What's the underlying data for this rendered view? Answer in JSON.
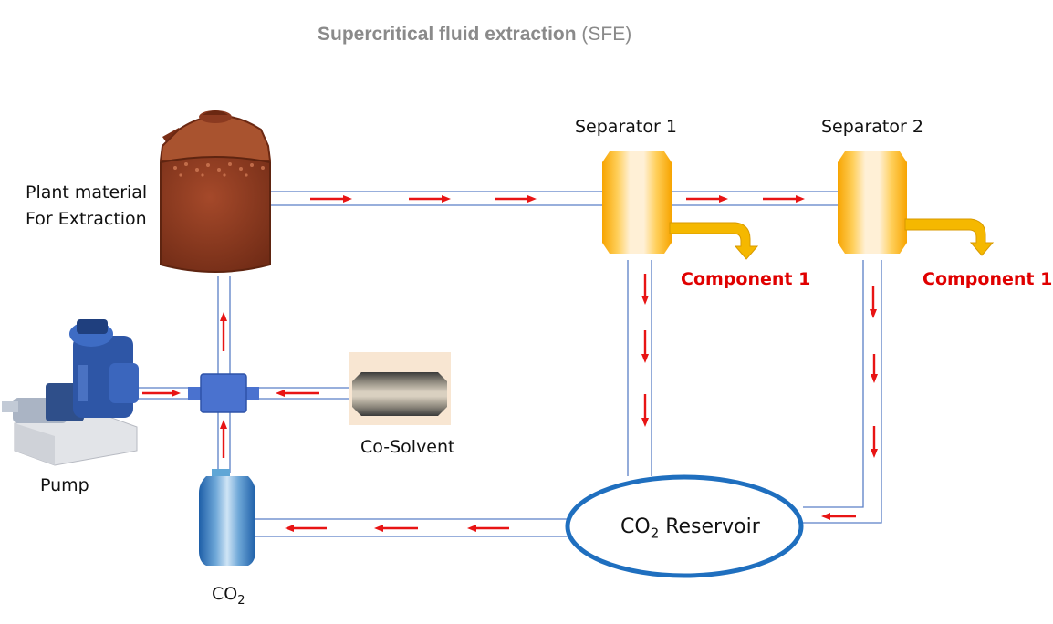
{
  "title": {
    "bold": "Supercritical fluid extraction",
    "rest": " (SFE)"
  },
  "labels": {
    "plant_line1": "Plant material",
    "plant_line2": "For Extraction",
    "separator1": "Separator 1",
    "separator2": "Separator 2",
    "component_sep1": "Component 1",
    "component_sep2": "Component 1",
    "co_solvent": "Co-Solvent",
    "pump": "Pump",
    "co2_tank": {
      "base": "CO",
      "sub": "2"
    },
    "reservoir": {
      "base": "CO",
      "sub": "2",
      "rest": " Reservoir"
    }
  },
  "colors": {
    "pipe": "#5b7fc7",
    "arrow": "#e81414",
    "component_text": "#e00000",
    "product_chute": "#f5b800",
    "reservoir_stroke": "#1f6fbf",
    "vessel_brown": "#8b3a20",
    "mixer_blue": "#4a72cf",
    "title_gray": "#8a8a8a"
  },
  "icons": [
    "plant-vessel-icon",
    "separator-1-icon",
    "separator-2-icon",
    "mixer-tee-icon",
    "co-solvent-cartridge-icon",
    "pump-icon",
    "co2-tank-icon",
    "reservoir-ellipse-icon"
  ]
}
